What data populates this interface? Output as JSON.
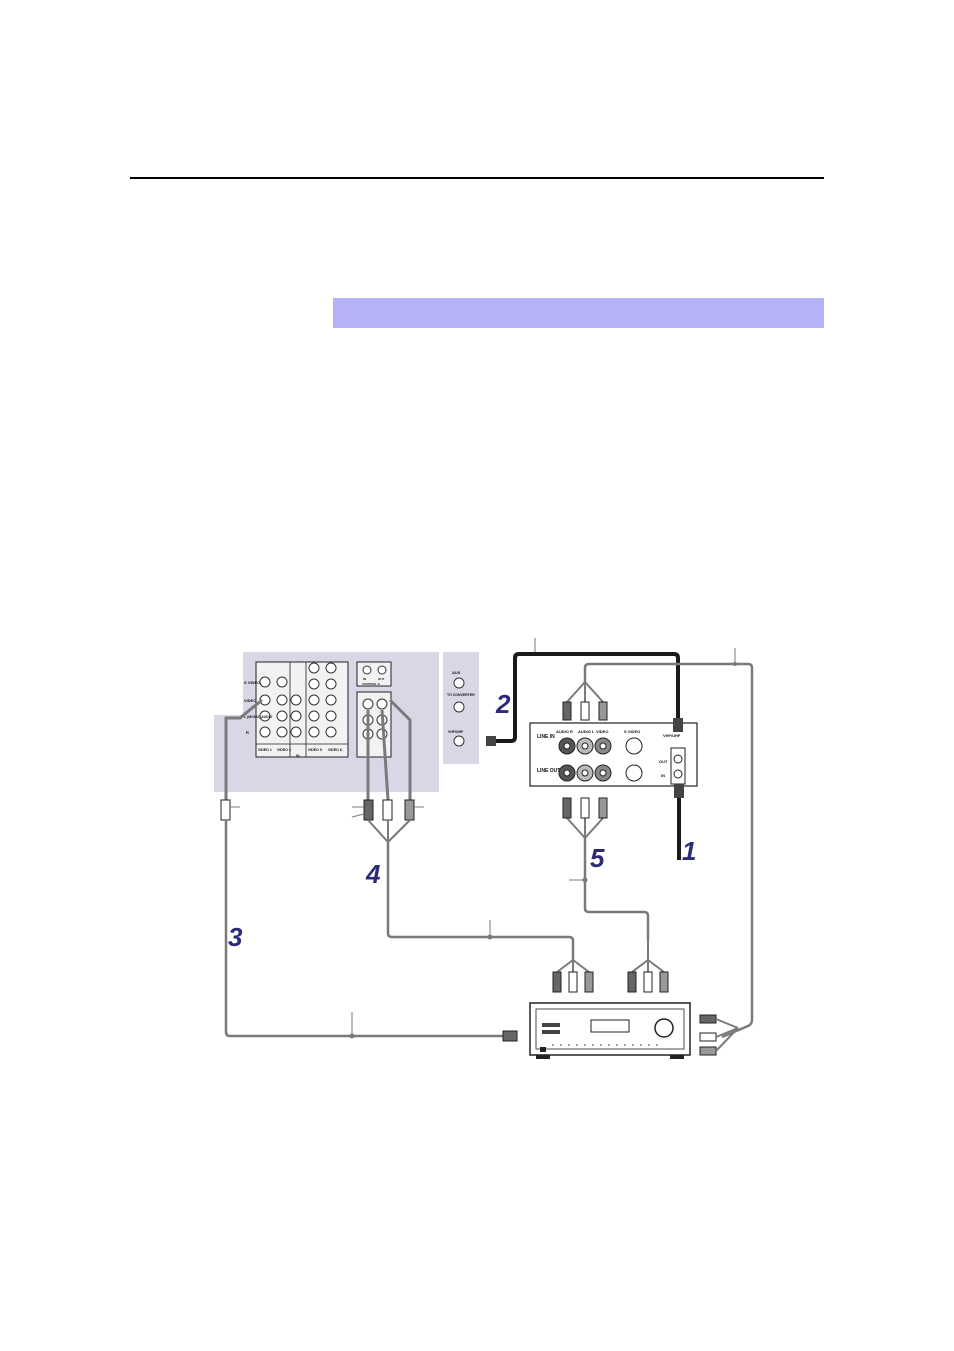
{
  "page": {
    "header_rule": true,
    "section_band_color": "#b3b3f5"
  },
  "diagram": {
    "step_numbers": [
      "1",
      "2",
      "3",
      "4",
      "5"
    ],
    "tv_panel": {
      "row_labels": [
        "S VIDEO",
        "VIDEO",
        "L (MONO) AUDIO",
        "R"
      ],
      "input_labels": [
        "VIDEO 1",
        "VIDEO 3",
        "VIDEO 5",
        "VIDEO 6"
      ],
      "group_label": "IN",
      "control_s_labels": [
        "IN",
        "OUT"
      ],
      "control_s_title": "CONTROL S",
      "aux_label": "AUX",
      "to_converter_label": "TO CONVERTER",
      "vhf_uhf_label": "VHF/UHF"
    },
    "vcr_panel": {
      "line_in_label": "LINE IN",
      "line_out_label": "LINE OUT",
      "audio_r_label": "AUDIO R",
      "audio_l_label": "AUDIO L",
      "video_label": "VIDEO",
      "s_video_label": "S VIDEO",
      "vhf_uhf_label": "VHF/UHF",
      "out_label": "OUT",
      "in_label": "IN"
    },
    "colors": {
      "panel_fill": "#d9d6e6",
      "cable_gray": "#7a7a7a",
      "cable_black": "#1a1a1a",
      "number_color": "#2b2b78"
    }
  }
}
